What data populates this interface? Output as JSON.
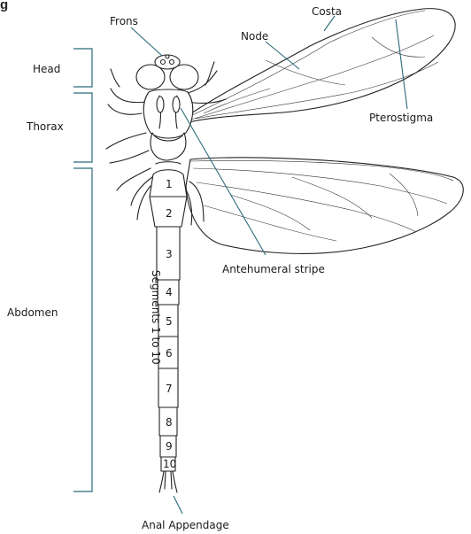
{
  "title_fragment": "g",
  "labels": {
    "frons": "Frons",
    "costa": "Costa",
    "node": "Node",
    "pterostigma": "Pterostigma",
    "antehumeral": "Antehumeral stripe",
    "anal": "Anal Appendage",
    "segments_caption": "Segments 1 to 10"
  },
  "body_regions": {
    "head": "Head",
    "thorax": "Thorax",
    "abdomen": "Abdomen"
  },
  "segments": [
    "1",
    "2",
    "3",
    "4",
    "5",
    "6",
    "7",
    "8",
    "9",
    "10"
  ],
  "colors": {
    "leader_lines": "#2b6b7a",
    "ink": "#222222"
  }
}
